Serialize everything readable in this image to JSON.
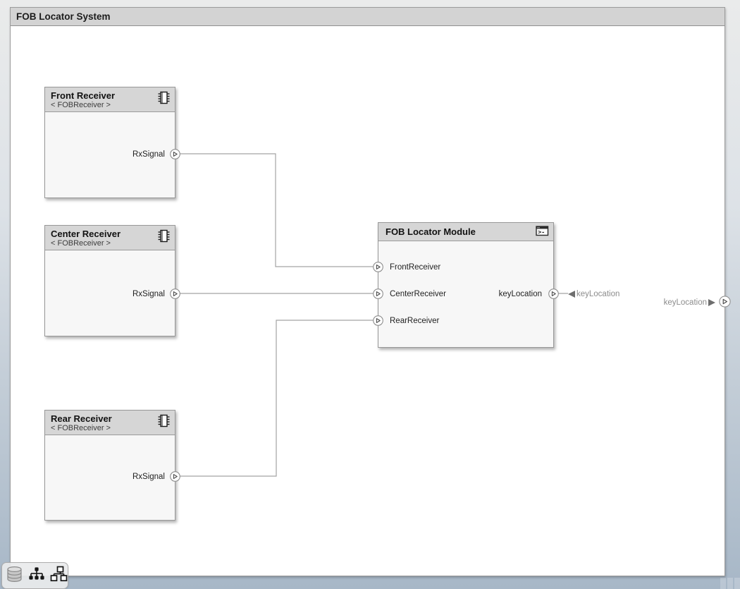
{
  "canvas": {
    "title": "FOB Locator System"
  },
  "blocks": {
    "front": {
      "title": "Front Receiver",
      "stereotype": "< FOBReceiver >",
      "port": "RxSignal"
    },
    "center": {
      "title": "Center Receiver",
      "stereotype": "< FOBReceiver >",
      "port": "RxSignal"
    },
    "rear": {
      "title": "Rear Receiver",
      "stereotype": "< FOBReceiver >",
      "port": "RxSignal"
    },
    "module": {
      "title": "FOB Locator Module",
      "inputs": [
        "FrontReceiver",
        "CenterReceiver",
        "RearReceiver"
      ],
      "output": "keyLocation"
    }
  },
  "connector_tags": {
    "module_out": "keyLocation",
    "boundary_out": "keyLocation"
  },
  "footer": {
    "icons": [
      "database-icon",
      "node-tree-icon",
      "org-chart-icon"
    ]
  },
  "colors": {
    "block_header": "#d6d6d6",
    "block_body": "#f7f7f7",
    "canvas_titlebar": "#d3d3d3",
    "connector": "#a3a3a3",
    "tag_text": "#8c8c8c",
    "background_top": "#eaebeb",
    "background_bottom": "#a7b7c7"
  }
}
